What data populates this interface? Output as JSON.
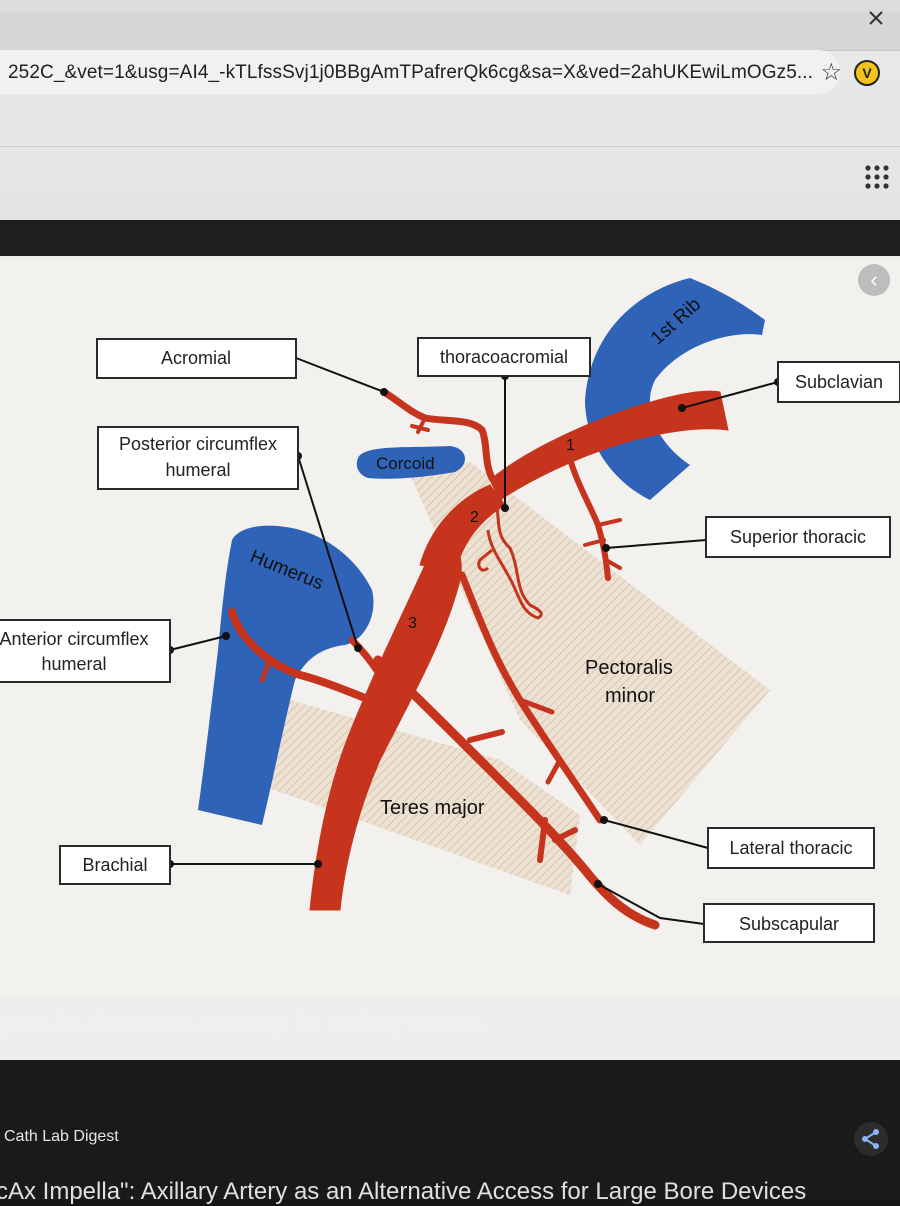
{
  "browser": {
    "url": "252C_&vet=1&usg=AI4_-kTLfssSvj1j0BBgAmTPafrerQk6cg&sa=X&ved=2ahUKEwiLmOGz5...",
    "collapse_glyph": "‹",
    "ext_label": "V",
    "icons": [
      "star-icon",
      "extension-icon",
      "apps-grid-icon",
      "collapse-icon",
      "share-icon"
    ]
  },
  "figure": {
    "structures": {
      "rib": "1st Rib",
      "corcoid": "Corcoid",
      "humerus": "Humerus",
      "pectoralis": [
        "Pectoralis",
        "minor"
      ],
      "teres": "Teres major"
    },
    "segments": [
      "1",
      "2",
      "3"
    ],
    "labels": {
      "acromial": "Acromial",
      "thoracoacromial": "thoracoacromial",
      "subclavian": "Subclavian",
      "posterior": [
        "Posterior circumflex",
        "humeral"
      ],
      "superior": "Superior thoracic",
      "anterior": [
        "Anterior circumflex",
        "humeral"
      ],
      "lateral": "Lateral thoracic",
      "brachial": "Brachial",
      "subscapular": "Subscapular"
    },
    "colors": {
      "artery": "#c6341e",
      "bone": "#2f63b8",
      "muscle": "#e7dccd"
    }
  },
  "caption": {
    "prefix": "gure 22.",
    "text": " Pertinent anatomy for axillary access."
  },
  "source": {
    "name": "Cath Lab Digest",
    "title": "cAx Impella\": Axillary Artery as an Alternative Access for Large Bore Devices"
  }
}
